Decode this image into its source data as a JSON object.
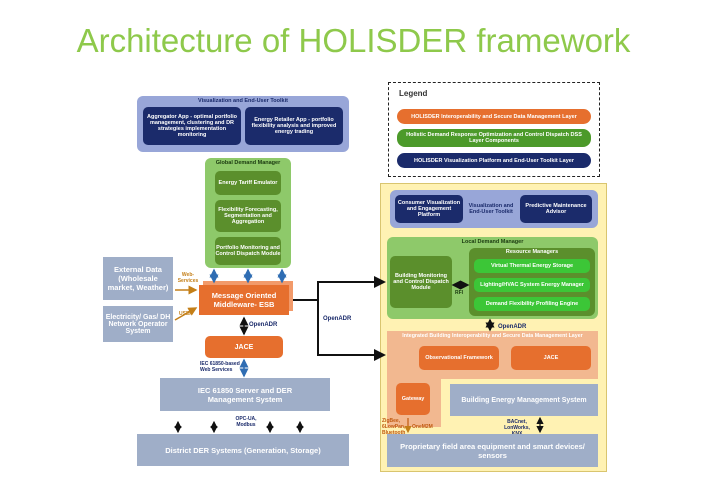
{
  "title": "Architecture of HOLISDER framework",
  "legend": {
    "heading": "Legend",
    "items": [
      "HOLISDER Interoperability and Secure Data Management Layer",
      "Holistic Demand Response Optimization and Control Dispatch DSS Layer Components",
      "HOLISDER Visualization Platform and End-User Toolkit Layer"
    ]
  },
  "vis_toolkit": {
    "title": "Visualization and End-User Toolkit",
    "aggregator": "Aggregator App - optimal portfolio management, clustering and DR strategies implementation monitoring",
    "retailer": "Energy Retailer App - portfolio flexibility analysis and improved energy trading"
  },
  "gdm": {
    "title": "Global Demand Manager",
    "items": [
      "Energy Tariff Emulator",
      "Flexibility Forecasting, Segmentation and Aggregation",
      "Portfolio Monitoring and Control Dispatch Module"
    ]
  },
  "left_inputs": {
    "external": "External Data (Wholesale market, Weather)",
    "operator": "Electricity/ Gas/ DH Network Operator System",
    "web_services": "Web-Services",
    "usef": "USEF"
  },
  "esb": "Message Oriented Middleware- ESB",
  "openadr": "OpenADR",
  "jace": "JACE",
  "iec_label": "IEC 61850-based Web Services",
  "iec_server": "IEC 61850 Server and DER Management System",
  "opc_label": "OPC-UA, Modbus",
  "district": "District DER Systems (Generation, Storage)",
  "right": {
    "consumer": "Consumer Visualization and Engagement Platform",
    "vis_toolkit": "Visualization and End-User Toolkit",
    "predictive": "Predictive Maintenance Advisor",
    "ldm_title": "Local Demand Manager",
    "bmc": "Building Monitoring and Control Dispatch Module",
    "rfi": "RFI",
    "rm_title": "Resource Managers",
    "rm_items": [
      "Virtual Thermal Energy Storage",
      "Lighting/HVAC System Energy Manager",
      "Demand Flexibility Profiling Engine"
    ],
    "openadr": "OpenADR",
    "ibi_title": "Integrated Building Interoperability and Secure Data Management Layer",
    "observational": "Observational Framework",
    "jace": "JACE",
    "gateway": "Gateway",
    "bems": "Building Energy Management System",
    "zigbee": "ZigBee, 6LowPan, Bluetooth",
    "onem2m": "OneM2M",
    "bacnet": "BACnet, LonWorks, KNX",
    "field": "Proprietary field area equipment and smart devices/ sensors"
  }
}
